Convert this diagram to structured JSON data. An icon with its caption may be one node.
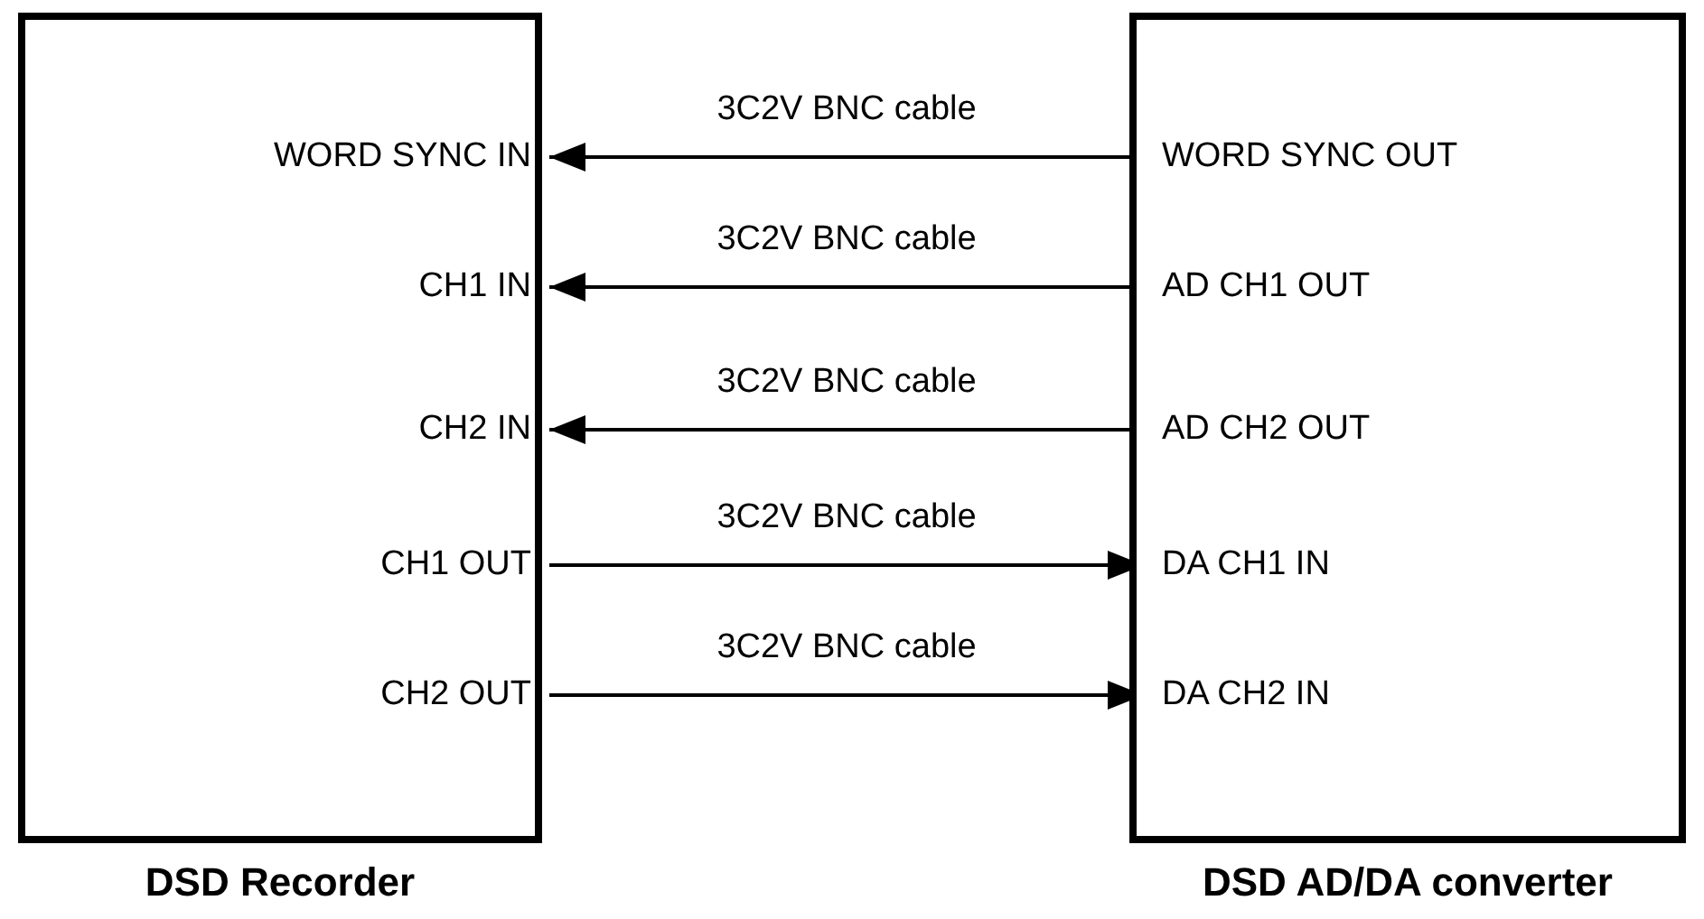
{
  "diagram": {
    "nodes": [
      {
        "text": [
          "DSD Recorder"
        ]
      },
      {
        "text": [
          "WORD SYNC IN"
        ],
        "in": 0
      },
      {
        "text": [
          "CH1 IN"
        ],
        "in": 0
      },
      {
        "text": [
          "CH2 IN"
        ],
        "in": 0
      },
      {
        "text": [
          "CH1 OUT"
        ],
        "in": 0
      },
      {
        "text": [
          "CH2 OUT"
        ],
        "in": 0
      },
      {
        "text": [
          "DSD AD/DA converter"
        ]
      },
      {
        "text": [
          "WORD SYNC OUT"
        ],
        "in": 6
      },
      {
        "text": [
          "AD CH1 OUT"
        ],
        "in": 6
      },
      {
        "text": [
          "AD CH2 OUT"
        ],
        "in": 6
      },
      {
        "text": [
          "DA CH1 IN"
        ],
        "in": 6
      },
      {
        "text": [
          "DA CH2 IN"
        ],
        "in": 6
      }
    ],
    "edges": [
      {
        "from": 7,
        "to": 1,
        "arrow": "to",
        "label": "3C2V BNC cable"
      },
      {
        "from": 8,
        "to": 2,
        "arrow": "to",
        "label": "3C2V BNC cable"
      },
      {
        "from": 9,
        "to": 3,
        "arrow": "to",
        "label": "3C2V BNC cable"
      },
      {
        "from": 4,
        "to": 10,
        "arrow": "to",
        "label": "3C2V BNC cable"
      },
      {
        "from": 5,
        "to": 11,
        "arrow": "to",
        "label": "3C2V BNC cable"
      }
    ]
  }
}
